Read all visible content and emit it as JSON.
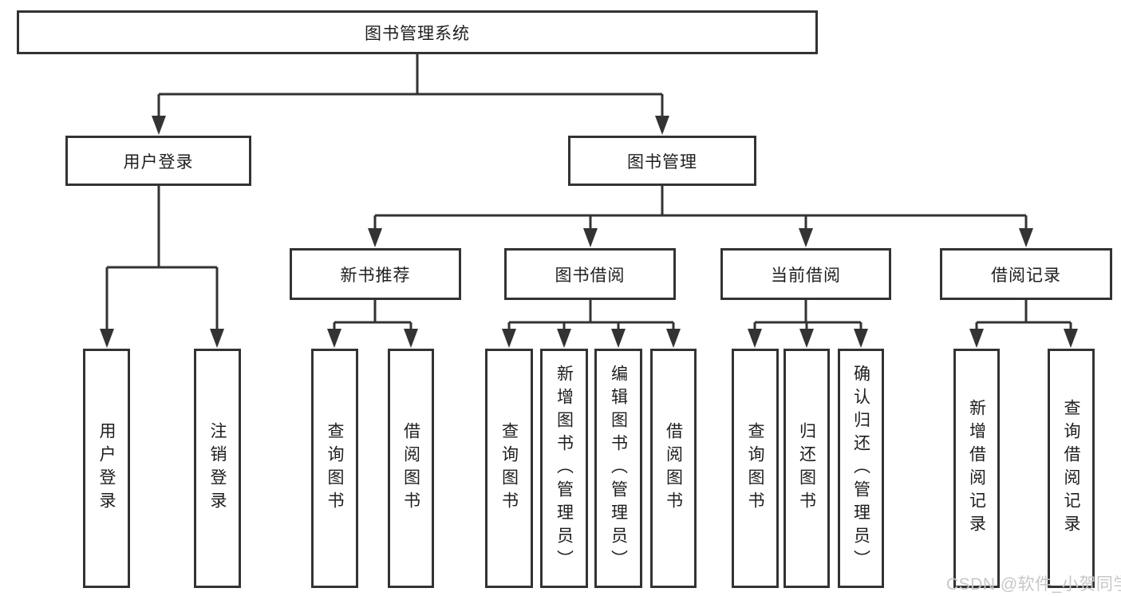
{
  "tree": {
    "root": {
      "label": "图书管理系统"
    },
    "level2": [
      {
        "id": "user-login",
        "label": "用户登录"
      },
      {
        "id": "book-management",
        "label": "图书管理"
      }
    ],
    "level3": [
      {
        "id": "new-book-recommend",
        "label": "新书推荐"
      },
      {
        "id": "book-borrowing",
        "label": "图书借阅"
      },
      {
        "id": "current-borrowing",
        "label": "当前借阅"
      },
      {
        "id": "borrowing-records",
        "label": "借阅记录"
      }
    ],
    "leaves": [
      {
        "id": "user-login-leaf",
        "parent": "用户登录",
        "label": "用户登录"
      },
      {
        "id": "logout",
        "parent": "用户登录",
        "label": "注销登录"
      },
      {
        "id": "query-books-recommend",
        "parent": "新书推荐",
        "label": "查询图书"
      },
      {
        "id": "borrow-books-recommend",
        "parent": "新书推荐",
        "label": "借阅图书"
      },
      {
        "id": "query-books-borrowing",
        "parent": "图书借阅",
        "label": "查询图书"
      },
      {
        "id": "add-book-admin",
        "parent": "图书借阅",
        "label": "新增图书（管理员）"
      },
      {
        "id": "edit-book-admin",
        "parent": "图书借阅",
        "label": "编辑图书（管理员）"
      },
      {
        "id": "borrow-books-borrowing",
        "parent": "图书借阅",
        "label": "借阅图书"
      },
      {
        "id": "query-books-current",
        "parent": "当前借阅",
        "label": "查询图书"
      },
      {
        "id": "return-book",
        "parent": "当前借阅",
        "label": "归还图书"
      },
      {
        "id": "confirm-return-admin",
        "parent": "当前借阅",
        "label": "确认归还（管理员）"
      },
      {
        "id": "add-borrow-record",
        "parent": "借阅记录",
        "label": "新增借阅记录"
      },
      {
        "id": "query-borrow-record",
        "parent": "借阅记录",
        "label": "查询借阅记录"
      }
    ]
  },
  "watermark": {
    "text": "CSDN @软件_小贺同学"
  },
  "colors": {
    "line": "#333333",
    "box_border": "#333333",
    "text": "#1e1e1e",
    "background": "#ffffff",
    "watermark": "#c7c7c7"
  }
}
